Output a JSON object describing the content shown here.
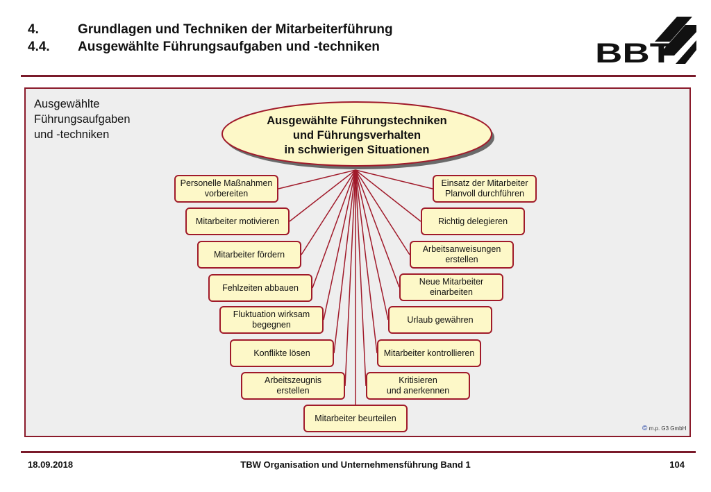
{
  "header": {
    "line1_num": "4.",
    "line1_text": "Grundlagen und Techniken der Mitarbeiterführung",
    "line2_num": "4.4.",
    "line2_text": "Ausgewählte Führungsaufgaben und -techniken"
  },
  "logo": {
    "text": "BBT"
  },
  "side_label": [
    "Ausgewählte",
    "Führungsaufgaben",
    "und -techniken"
  ],
  "center": {
    "lines": [
      "Ausgewählte Führungstechniken",
      "und Führungsverhalten",
      "in schwierigen Situationen"
    ]
  },
  "left_boxes": [
    [
      "Personelle Maßnahmen",
      "vorbereiten"
    ],
    [
      "Mitarbeiter motivieren"
    ],
    [
      "Mitarbeiter fördern"
    ],
    [
      "Fehlzeiten abbauen"
    ],
    [
      "Fluktuation wirksam",
      "begegnen"
    ],
    [
      "Konflikte lösen"
    ],
    [
      "Arbeitszeugnis",
      "erstellen"
    ]
  ],
  "right_boxes": [
    [
      "Einsatz der Mitarbeiter",
      "Planvoll durchführen"
    ],
    [
      "Richtig delegieren"
    ],
    [
      "Arbeitsanweisungen",
      "erstellen"
    ],
    [
      "Neue Mitarbeiter",
      "einarbeiten"
    ],
    [
      "Urlaub gewähren"
    ],
    [
      "Mitarbeiter kontrollieren"
    ],
    [
      "Kritisieren",
      "und anerkennen"
    ]
  ],
  "bottom_box": [
    "Mitarbeiter beurteilen"
  ],
  "copyright": {
    "symbol": "©",
    "text": "m.p. G3 GmbH"
  },
  "footer": {
    "date": "18.09.2018",
    "title": "TBW Organisation und Unternehmensführung Band 1",
    "page": "104"
  },
  "colors": {
    "accent": "#a01a2a",
    "box_fill": "#fdf8c8",
    "panel_bg": "#eeeeee"
  }
}
